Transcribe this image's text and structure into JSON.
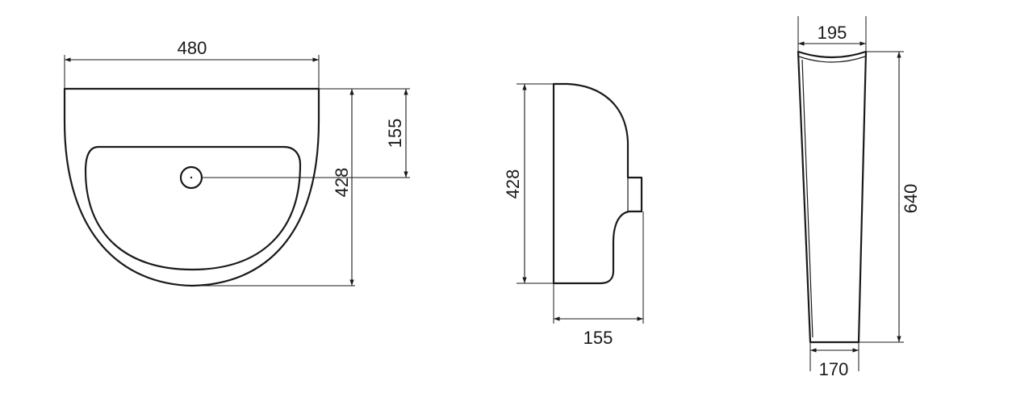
{
  "front_view": {
    "width_label": "480",
    "height_label": "428",
    "drain_offset_label": "155"
  },
  "side_view": {
    "height_label": "428",
    "depth_label": "155"
  },
  "pedestal_view": {
    "top_width_label": "195",
    "height_label": "640",
    "bottom_width_label": "170"
  }
}
